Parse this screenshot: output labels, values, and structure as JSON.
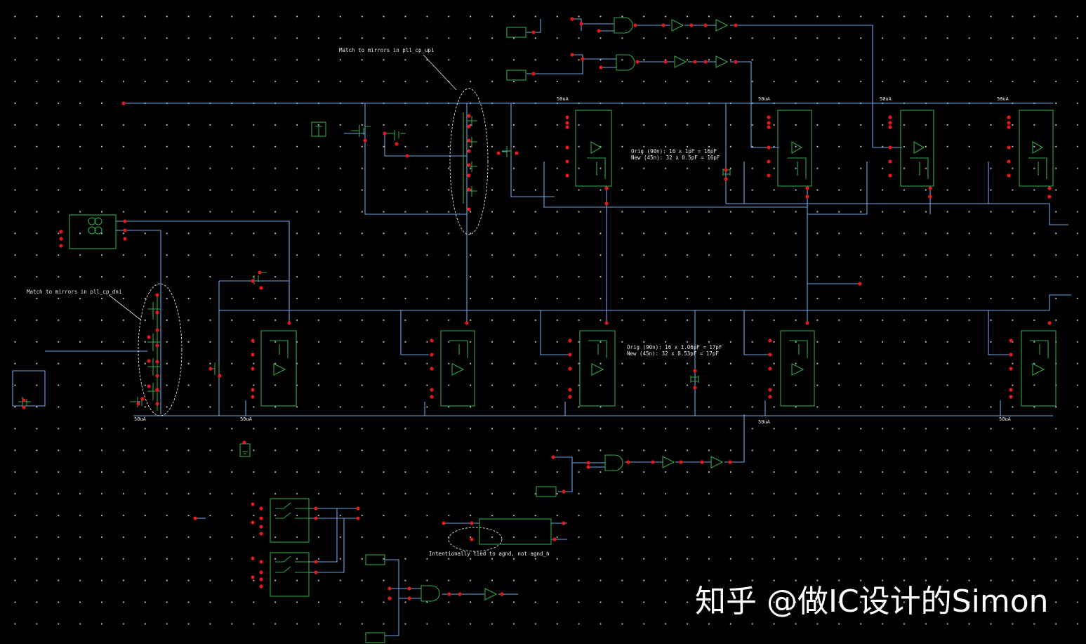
{
  "schematic": {
    "annotations": {
      "match_up": "Match to mirrors in pll_cp_upi",
      "match_dn": "Match to mirrors in pll_cp_dni",
      "cap_top_line1": "Orig (90n): 16 x 1pF = 16pF",
      "cap_top_line2": "New (45n): 32 x 0.5pF = 16pF",
      "cap_bot_line1": "Orig (90n): 16 x 1.06pF = 17pF",
      "cap_bot_line2": "New (45n): 32 x 0.53pF = 17pF",
      "agnd_note": "Intentionally tied to agnd, not agnd_h"
    },
    "current_labels": {
      "top_1": "50uA",
      "top_2": "50uA",
      "top_3": "50uA",
      "top_4": "50uA",
      "bot_1": "50uA",
      "bot_2": "50uA",
      "bot_3": "50uA",
      "bot_4": "50uA"
    },
    "colors": {
      "wire": "#6ea6e8",
      "symbol": "#2fa84a",
      "pin": "#e01a1a",
      "background": "#000000"
    }
  },
  "watermark": {
    "text": "知乎 @做IC设计的Simon"
  }
}
